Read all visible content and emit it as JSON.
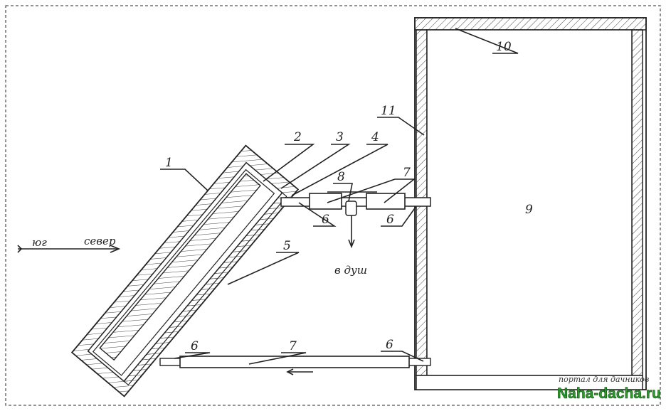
{
  "diagram": {
    "labels": {
      "l1": "1",
      "l2": "2",
      "l3": "3",
      "l4": "4",
      "l5": "5",
      "l6a": "6",
      "l6b": "6",
      "l6c": "6",
      "l6d": "6",
      "l7a": "7",
      "l7b": "7",
      "l8": "8",
      "l9": "9",
      "l10": "10",
      "l11": "11"
    },
    "direction": {
      "south": "юг",
      "north": "север"
    },
    "to_shower": "в душ"
  },
  "watermark": {
    "tagline": "портал для дачников",
    "site": "Naha-dacha.ru"
  }
}
